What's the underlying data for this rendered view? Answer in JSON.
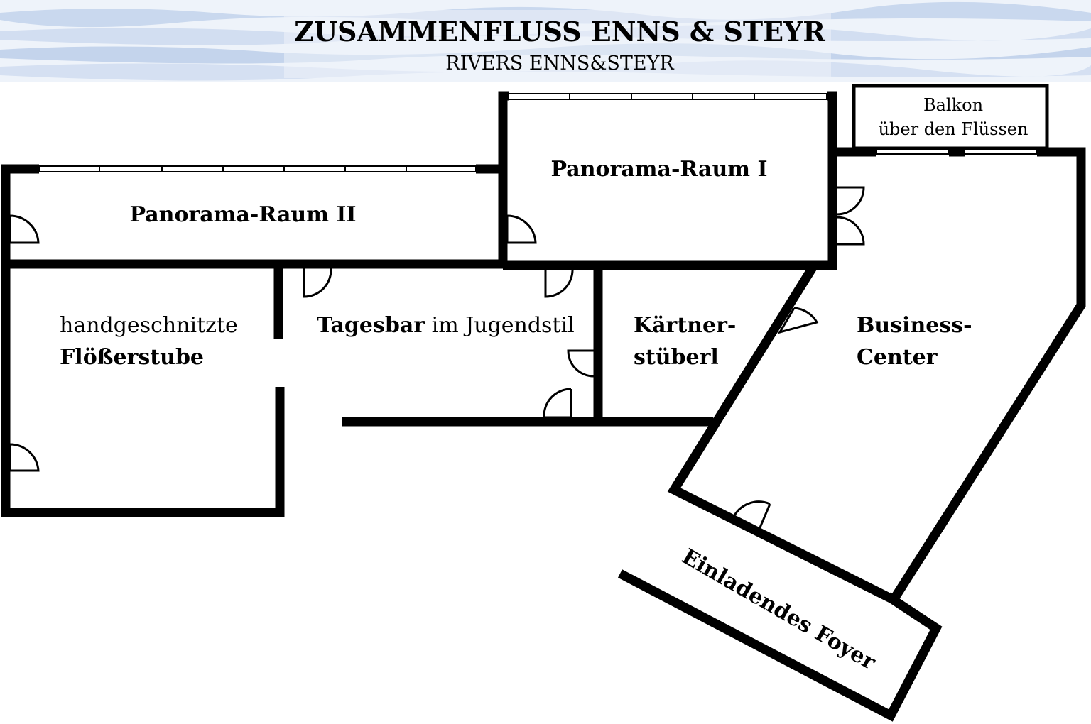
{
  "header": {
    "title": "ZUSAMMENFLUSS ENNS & STEYR",
    "subtitle": "RIVERS ENNS&STEYR"
  },
  "rooms": {
    "panorama_2": "Panorama-Raum II",
    "panorama_1": "Panorama-Raum I",
    "balkon_line1": "Balkon",
    "balkon_line2": "über den Flüssen",
    "floesser_line1": "handgeschnitzte",
    "floesser_line2": "Flößerstube",
    "tagesbar_bold": "Tagesbar",
    "tagesbar_rest": " im Jugendstil",
    "kaertner_line1": "Kärtner-",
    "kaertner_line2": "stüberl",
    "business_line1": "Business-",
    "business_line2": "Center",
    "foyer": "Einladendes Foyer"
  },
  "colors": {
    "water_light": "#dce6f4",
    "water_mid": "#c4d4ec",
    "walls": "#000000"
  }
}
